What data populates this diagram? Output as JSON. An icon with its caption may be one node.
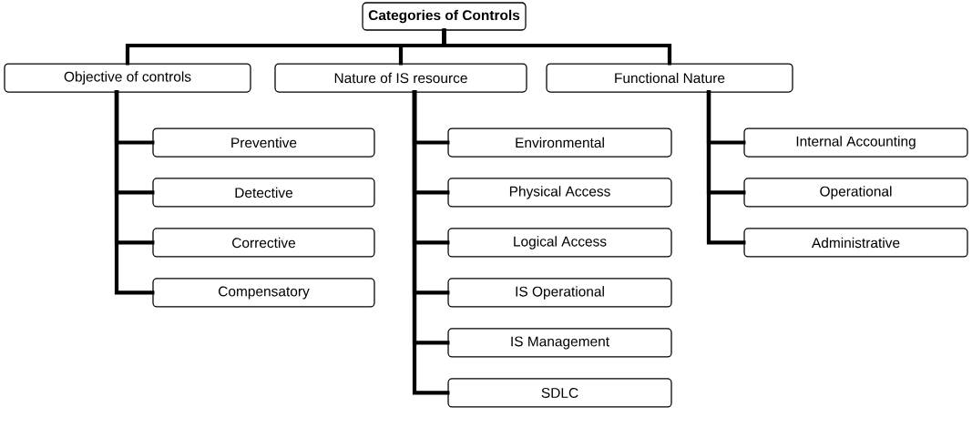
{
  "diagram": {
    "nodes": [
      {
        "text": [
          "Categories of Controls"
        ]
      },
      {
        "text": [
          "Objective of controls"
        ]
      },
      {
        "text": [
          "Nature of IS resource"
        ]
      },
      {
        "text": [
          "Functional Nature"
        ]
      },
      {
        "text": [
          "Preventive"
        ]
      },
      {
        "text": [
          "Detective"
        ]
      },
      {
        "text": [
          "Corrective"
        ]
      },
      {
        "text": [
          "Compensatory"
        ]
      },
      {
        "text": [
          "Environmental"
        ]
      },
      {
        "text": [
          "Physical Access"
        ]
      },
      {
        "text": [
          "Logical Access"
        ]
      },
      {
        "text": [
          "IS Operational"
        ]
      },
      {
        "text": [
          "IS Management"
        ]
      },
      {
        "text": [
          "SDLC"
        ]
      },
      {
        "text": [
          "Internal Accounting"
        ]
      },
      {
        "text": [
          "Operational"
        ]
      },
      {
        "text": [
          "Administrative"
        ]
      }
    ],
    "edges": [
      {
        "from": 0,
        "to": 1,
        "arrow": "none"
      },
      {
        "from": 0,
        "to": 2,
        "arrow": "none"
      },
      {
        "from": 0,
        "to": 3,
        "arrow": "none"
      },
      {
        "from": 1,
        "to": 4,
        "arrow": "none"
      },
      {
        "from": 1,
        "to": 5,
        "arrow": "none"
      },
      {
        "from": 1,
        "to": 6,
        "arrow": "none"
      },
      {
        "from": 1,
        "to": 7,
        "arrow": "none"
      },
      {
        "from": 2,
        "to": 8,
        "arrow": "none"
      },
      {
        "from": 2,
        "to": 9,
        "arrow": "none"
      },
      {
        "from": 2,
        "to": 10,
        "arrow": "none"
      },
      {
        "from": 2,
        "to": 11,
        "arrow": "none"
      },
      {
        "from": 2,
        "to": 12,
        "arrow": "none"
      },
      {
        "from": 2,
        "to": 13,
        "arrow": "none"
      },
      {
        "from": 3,
        "to": 14,
        "arrow": "none"
      },
      {
        "from": 3,
        "to": 15,
        "arrow": "none"
      },
      {
        "from": 3,
        "to": 16,
        "arrow": "none"
      }
    ]
  }
}
